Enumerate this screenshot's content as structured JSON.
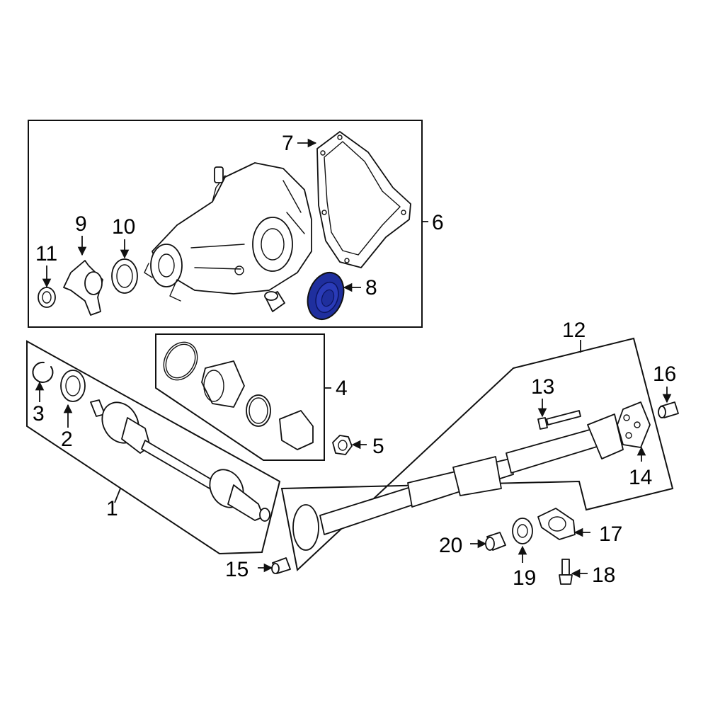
{
  "highlight_color": "#1f2f9e",
  "callouts": {
    "c1": "1",
    "c2": "2",
    "c3": "3",
    "c4": "4",
    "c5": "5",
    "c6": "6",
    "c7": "7",
    "c8": "8",
    "c9": "9",
    "c10": "10",
    "c11": "11",
    "c12": "12",
    "c13": "13",
    "c14": "14",
    "c15": "15",
    "c16": "16",
    "c17": "17",
    "c18": "18",
    "c19": "19",
    "c20": "20"
  }
}
